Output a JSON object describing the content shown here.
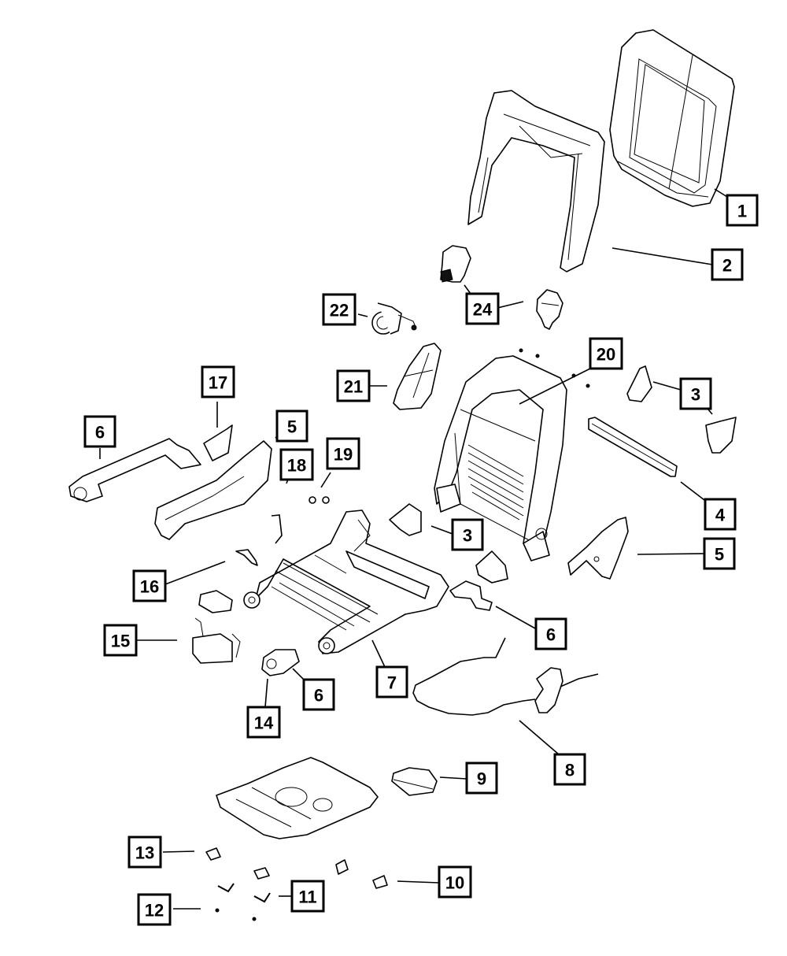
{
  "diagram": {
    "title": "Seat exploded view - front seat back, cushion frame, adjuster and trim components",
    "colors": {
      "line": "#000000",
      "background": "#ffffff"
    },
    "callouts": [
      {
        "id": "c1",
        "label": "1",
        "part": "seat-back-panel"
      },
      {
        "id": "c2",
        "label": "2",
        "part": "seat-back-bolster-trim"
      },
      {
        "id": "c3a",
        "label": "3",
        "part": "recliner-cover"
      },
      {
        "id": "c3b",
        "label": "3",
        "part": "recliner-cover"
      },
      {
        "id": "c4",
        "label": "4",
        "part": "cross-rod"
      },
      {
        "id": "c5a",
        "label": "5",
        "part": "side-shield"
      },
      {
        "id": "c5b",
        "label": "5",
        "part": "side-shield"
      },
      {
        "id": "c6a",
        "label": "6",
        "part": "track-cover"
      },
      {
        "id": "c6b",
        "label": "6",
        "part": "track-cover"
      },
      {
        "id": "c6c",
        "label": "6",
        "part": "track-cover"
      },
      {
        "id": "c7",
        "label": "7",
        "part": "seat-adjuster-track"
      },
      {
        "id": "c8",
        "label": "8",
        "part": "cable-assembly"
      },
      {
        "id": "c9",
        "label": "9",
        "part": "module"
      },
      {
        "id": "c10",
        "label": "10",
        "part": "clip"
      },
      {
        "id": "c11",
        "label": "11",
        "part": "bracket"
      },
      {
        "id": "c12",
        "label": "12",
        "part": "screw"
      },
      {
        "id": "c13",
        "label": "13",
        "part": "clip"
      },
      {
        "id": "c14",
        "label": "14",
        "part": "track-end-cover"
      },
      {
        "id": "c15",
        "label": "15",
        "part": "wiring-harness"
      },
      {
        "id": "c16",
        "label": "16",
        "part": "bracket"
      },
      {
        "id": "c17",
        "label": "17",
        "part": "bezel"
      },
      {
        "id": "c18",
        "label": "18",
        "part": "wire-bracket"
      },
      {
        "id": "c19",
        "label": "19",
        "part": "nut"
      },
      {
        "id": "c20",
        "label": "20",
        "part": "seat-back-frame"
      },
      {
        "id": "c21",
        "label": "21",
        "part": "side-airbag"
      },
      {
        "id": "c22",
        "label": "22",
        "part": "lumbar-motor"
      },
      {
        "id": "c24",
        "label": "24",
        "part": "headrest-guide"
      }
    ]
  }
}
